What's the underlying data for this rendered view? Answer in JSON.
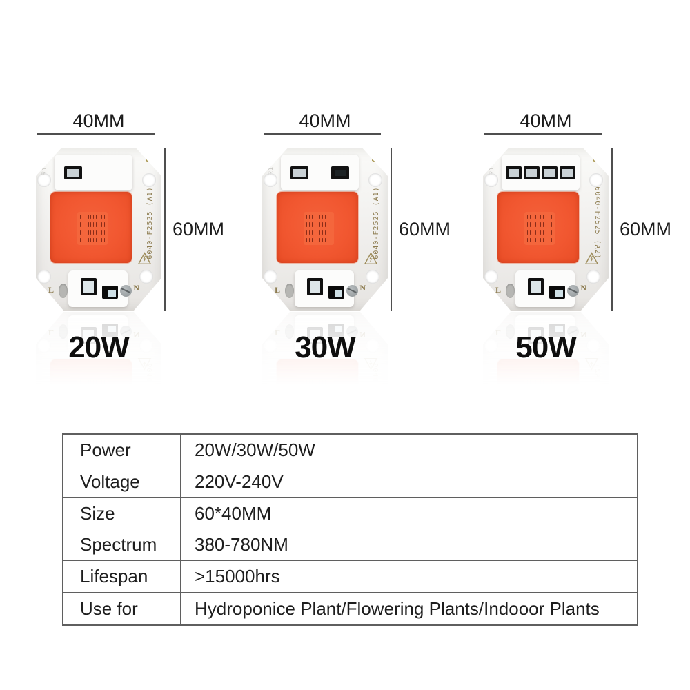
{
  "dimensions": {
    "width_label": "40MM",
    "height_label": "60MM"
  },
  "terminals": {
    "left": "L",
    "right": "N"
  },
  "chips": [
    {
      "watt": "20W",
      "code": "6040-F2525 (A1)",
      "top_components": 1,
      "code_direction": "up",
      "corner_mark": "R1"
    },
    {
      "watt": "30W",
      "code": "6040-F2525 (A1)",
      "top_components": 2,
      "code_direction": "up",
      "corner_mark": "R1"
    },
    {
      "watt": "50W",
      "code": "6040-F2525 (A2)",
      "top_components": 4,
      "code_direction": "down",
      "corner_mark": "R1"
    }
  ],
  "table": {
    "rows": [
      {
        "label": "Power",
        "value": "20W/30W/50W"
      },
      {
        "label": "Voltage",
        "value": "220V-240V"
      },
      {
        "label": "Size",
        "value": "60*40MM"
      },
      {
        "label": "Spectrum",
        "value": "380-780NM"
      },
      {
        "label": "Lifespan",
        "value": ">15000hrs"
      },
      {
        "label": "Use for",
        "value": "Hydroponice Plant/Flowering Plants/Indooor Plants"
      }
    ]
  },
  "colors": {
    "led_area": "#f1582f",
    "led_dots": "#8a2c18",
    "gold_marking": "#8d7c50",
    "dimension_line": "#4f4f4f",
    "table_border": "#5f5f5f",
    "text": "#1d1d1d"
  }
}
